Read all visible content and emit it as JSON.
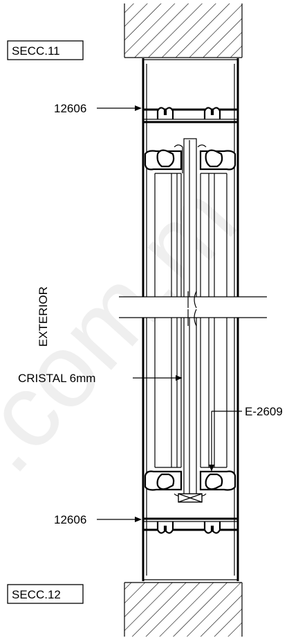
{
  "labels": {
    "section_top": "SECC.11",
    "section_bottom": "SECC.12",
    "profile_top": "12606",
    "profile_bottom": "12606",
    "exterior": "EXTERIOR",
    "glass": "CRISTAL 6mm",
    "gasket": "E-2609"
  },
  "watermark": ".com.m",
  "colors": {
    "line": "#000000",
    "background": "#ffffff",
    "watermark": "#dcdcdc"
  }
}
